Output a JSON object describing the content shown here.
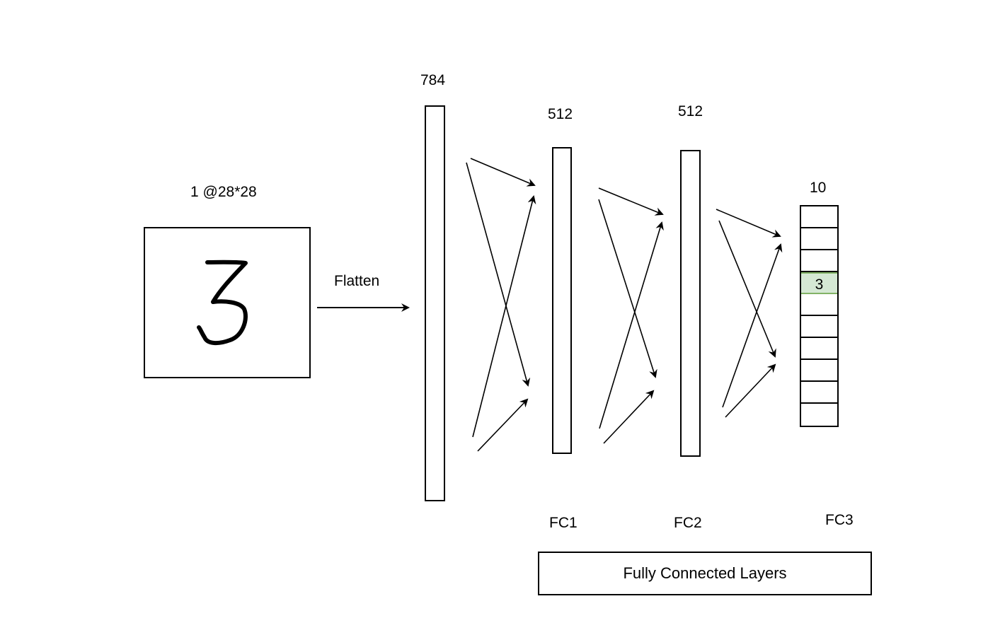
{
  "input": {
    "label": "1 @28*28",
    "digit": "3"
  },
  "flatten_label": "Flatten",
  "layers": {
    "flat": {
      "size": "784"
    },
    "fc1": {
      "size": "512",
      "name": "FC1"
    },
    "fc2": {
      "size": "512",
      "name": "FC2"
    },
    "fc3": {
      "size": "10",
      "name": "FC3",
      "cell_count": 10,
      "highlighted_index": 3,
      "highlighted_text": "3"
    }
  },
  "footer_label": "Fully Connected Layers",
  "colors": {
    "highlight_fill": "#d5e8d4",
    "highlight_stroke": "#82b366",
    "line": "#000000"
  }
}
